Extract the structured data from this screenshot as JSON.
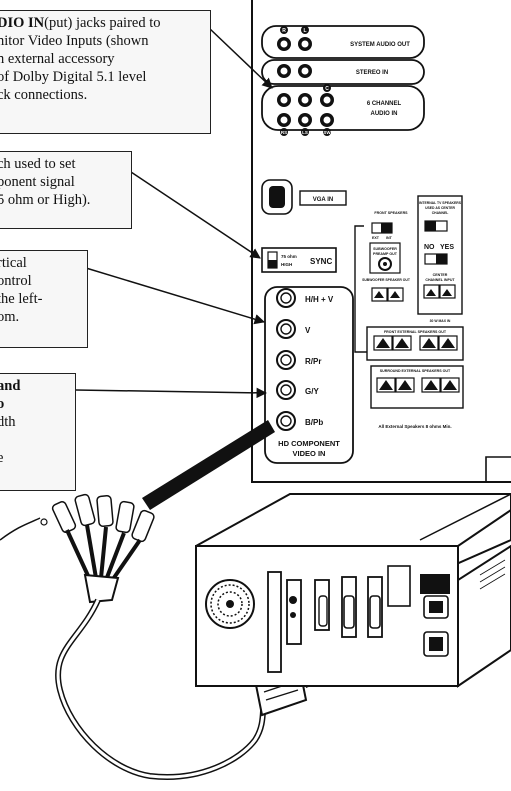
{
  "callouts": {
    "audio": {
      "lines": [
        {
          "bold": "DIO IN",
          "rest": "(put) jacks paired to"
        },
        {
          "bold": "",
          "rest": "nitor Video Inputs (shown"
        },
        {
          "bold": "",
          "rest": "n external accessory"
        },
        {
          "bold": "",
          "rest": "of Dolby Digital 5.1 level"
        },
        {
          "bold": "",
          "rest": "ck connections."
        }
      ]
    },
    "sync": {
      "lines": [
        {
          "bold": "",
          "rest": "ch used to set"
        },
        {
          "bold": "",
          "rest": "ponent signal"
        },
        {
          "bold": "",
          "rest": "5 ohm or High)."
        }
      ]
    },
    "hv": {
      "lines": [
        {
          "bold": "",
          "rest": "rtical"
        },
        {
          "bold": "",
          "rest": "ontrol"
        },
        {
          "bold": "",
          "rest": "the left-"
        },
        {
          "bold": "",
          "rest": "om."
        }
      ]
    },
    "component": {
      "lines": [
        {
          "bold": "and",
          "rest": ""
        },
        {
          "bold": "o",
          "rest": ""
        },
        {
          "bold": "",
          "rest": "dth"
        },
        {
          "bold": "",
          "rest": ""
        },
        {
          "bold": "",
          "rest": "e"
        }
      ]
    }
  },
  "panel": {
    "system_audio_out": "SYSTEM AUDIO OUT",
    "stereo_in": "STEREO IN",
    "six_channel_1": "6 CHANNEL",
    "six_channel_2": "AUDIO IN",
    "jack_r": "R",
    "jack_l": "L",
    "jack_c": "C",
    "jack_rs": "RS",
    "jack_ls": "LS",
    "jack_sw": "SW",
    "vga_in": "VGA IN",
    "sync_75": "75 ohm",
    "sync_high": "HIGH",
    "sync": "SYNC",
    "hv": "H/H + V",
    "v": "V",
    "rpr": "R/Pr",
    "gy": "G/Y",
    "bpb": "B/Pb",
    "hd_component_1": "HD COMPONENT",
    "hd_component_2": "VIDEO IN",
    "front_speakers": "FRONT SPEAKERS",
    "ext": "EXT",
    "int": "INT",
    "subwoofer_preamp_1": "SUBWOOFER",
    "subwoofer_preamp_2": "PREAMP OUT",
    "subwoofer_speaker_out": "SUBWOOFER SPEAKER OUT",
    "internal_tv_1": "INTERNAL TV SPEAKERS",
    "internal_tv_2": "USED AS CENTER",
    "internal_tv_3": "CHANNEL",
    "no": "NO",
    "yes": "YES",
    "center_1": "CENTER",
    "center_2": "CHANNEL INPUT",
    "max": "30 W MAX IN",
    "front_ext": "FRONT EXTERNAL SPEAKERS OUT",
    "surround_ext": "SURROUND EXTERNAL SPEAKERS OUT",
    "all_ext": "All External Speakers 8 ohms Min."
  }
}
